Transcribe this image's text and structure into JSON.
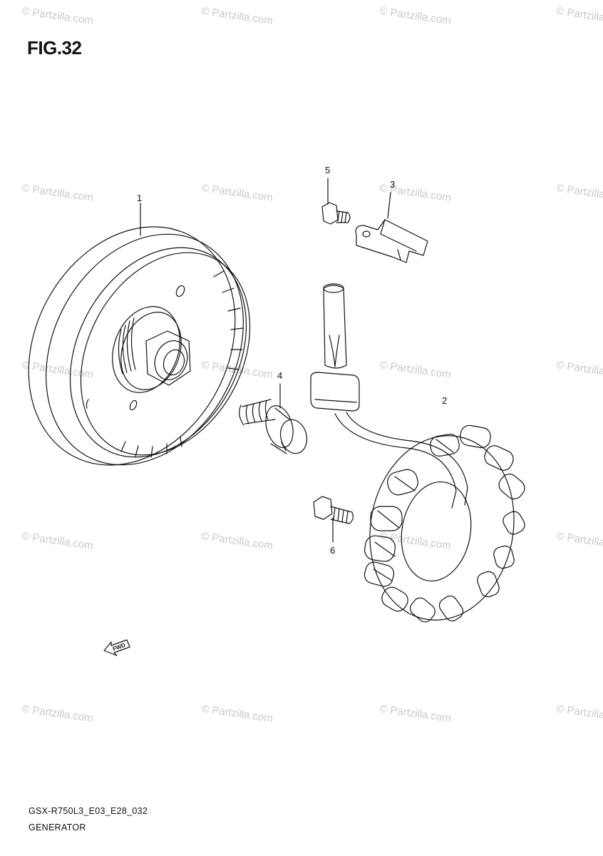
{
  "figure": {
    "title": "FIG.32"
  },
  "callouts": {
    "flywheel": "1",
    "stator": "2",
    "clamp": "3",
    "rotor_bolt": "4",
    "clamp_bolt": "5",
    "stator_bolt": "6"
  },
  "fwd_label": "FWD",
  "watermark": "© Partzilla.com",
  "footer": {
    "code": "GSX-R750L3_E03_E28_032",
    "name": "GENERATOR"
  },
  "colors": {
    "line": "#111111",
    "watermark": "#c9c9c9"
  }
}
